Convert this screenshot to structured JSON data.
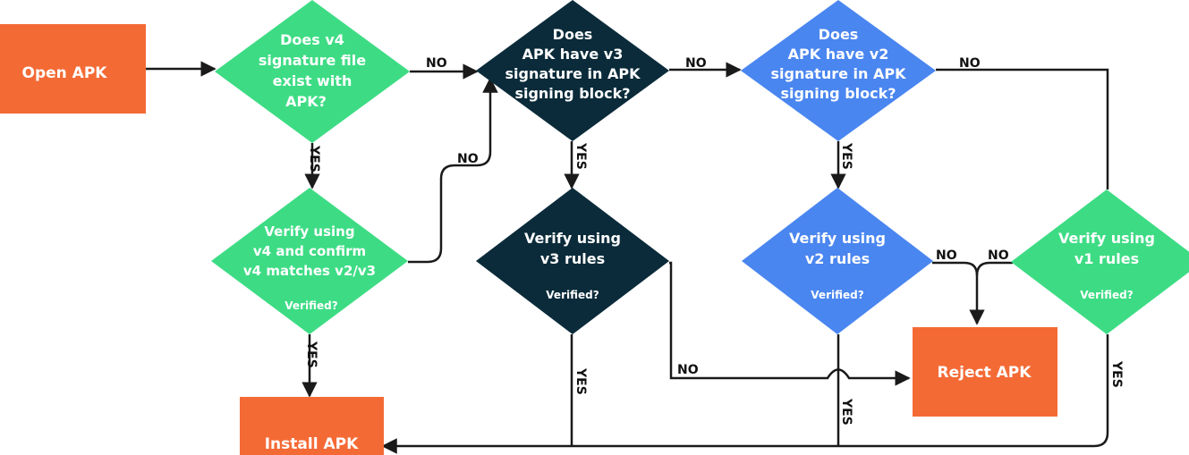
{
  "colors": {
    "orange": "#f46a35",
    "green": "#3ddc84",
    "dark": "#0b2b3a",
    "blue": "#4a86f0",
    "line": "#1a1a1a",
    "white": "#ffffff"
  },
  "nodes": {
    "open_apk": {
      "label": "Open APK"
    },
    "v4_exist": {
      "lines": [
        "Does v4",
        "signature file",
        "exist with",
        "APK?"
      ]
    },
    "v3_block": {
      "lines": [
        "Does",
        "APK have v3",
        "signature in APK",
        "signing block?"
      ]
    },
    "v2_block": {
      "lines": [
        "Does",
        "APK have v2",
        "signature in APK",
        "signing block?"
      ]
    },
    "verify_v4": {
      "lines": [
        "Verify using",
        "v4 and confirm",
        "v4 matches v2/v3"
      ],
      "sub": "Verified?"
    },
    "verify_v3": {
      "lines": [
        "Verify using",
        "v3 rules"
      ],
      "sub": "Verified?"
    },
    "verify_v2": {
      "lines": [
        "Verify using",
        "v2 rules"
      ],
      "sub": "Verified?"
    },
    "verify_v1": {
      "lines": [
        "Verify using",
        "v1 rules"
      ],
      "sub": "Verified?"
    },
    "reject_apk": {
      "label": "Reject APK"
    },
    "install_apk": {
      "label": "Install APK"
    }
  },
  "edge_labels": {
    "no": "NO",
    "yes": "YES"
  }
}
